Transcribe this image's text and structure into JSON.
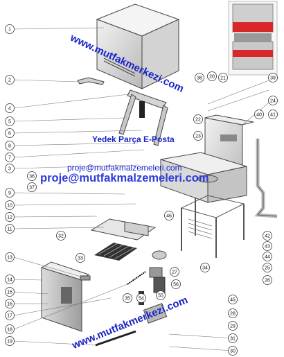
{
  "watermarks": {
    "site_1": "www.mutfakmerkezi.com",
    "spare_parts_email": "Yedek Parça E-Posta",
    "email_small": "proje@mutfakmalzemeleri.com",
    "email_large": "proje@mutfakmalzemeleri.com",
    "site_2": "www.mutfakmerkezi.com"
  },
  "callouts": [
    "1",
    "2",
    "3",
    "4",
    "5",
    "6",
    "7",
    "8",
    "9",
    "10",
    "11",
    "12",
    "13",
    "14",
    "15",
    "16",
    "17",
    "18",
    "19",
    "20",
    "21",
    "22",
    "23",
    "24",
    "25",
    "26",
    "27",
    "28",
    "29",
    "30",
    "31",
    "32",
    "33",
    "34",
    "35",
    "36",
    "37",
    "38",
    "39",
    "40",
    "41",
    "42",
    "43",
    "44",
    "45",
    "46",
    "54",
    "55",
    "56"
  ],
  "colors": {
    "watermark_blue": "#1a23c8",
    "accent_red": "#d8262b",
    "line": "#3a3a3a"
  }
}
